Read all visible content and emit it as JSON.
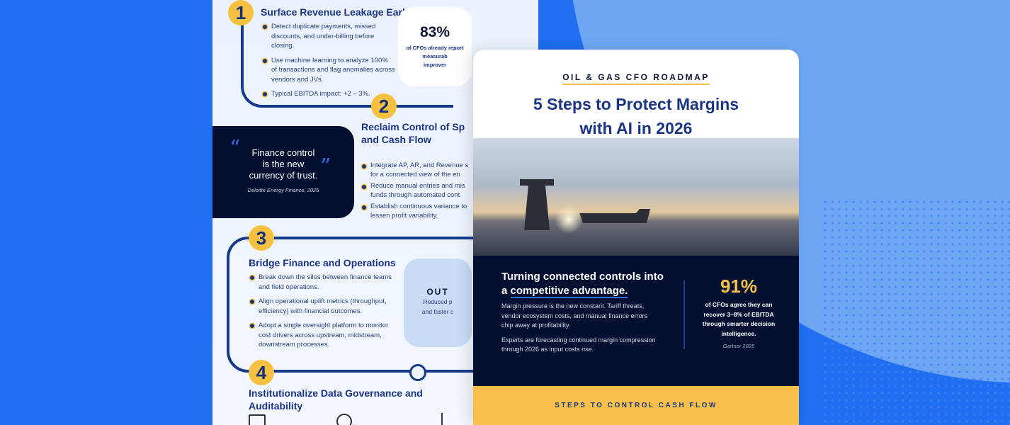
{
  "left_page": {
    "steps": [
      {
        "number": "1",
        "title": "Surface Revenue Leakage Early",
        "bullets": [
          "Detect duplicate payments, missed discounts, and under-billing before closing.",
          "Use machine learning to analyze 100% of transactions and flag anomalies across vendors and JVs.",
          "Typical EBITDA impact: +2 – 3%."
        ]
      },
      {
        "number": "2",
        "title": "Reclaim Control of Sp",
        "title2": "and Cash Flow",
        "bullets": [
          "Integrate AP, AR, and Revenue s for a connected view of the en",
          "Reduce manual entries and mis funds through automated cont",
          "Establish continuous variance to lessen profit variability."
        ]
      },
      {
        "number": "3",
        "title": "Bridge Finance and Operations",
        "bullets": [
          "Break down the silos between finance teams and field operations.",
          "Align operational uplift metrics (throughput, efficiency) with financial outcomes.",
          "Adopt a single oversight platform to monitor cost drivers across upstream, midstream, downstream processes."
        ]
      },
      {
        "number": "4",
        "title": "Institutionalize Data Governance and Auditability"
      }
    ],
    "stat": {
      "value": "83%",
      "line1": "of CFOs already report",
      "line2": "measurab",
      "line3": "improver"
    },
    "quote": {
      "open": "“",
      "close": "”",
      "l1": "Finance control",
      "l2": "is the new",
      "l3": "currency of trust.",
      "source": "Deloitte Energy Finance, 2025"
    },
    "outcome": {
      "title": "OUT",
      "l1": "Reduced p",
      "l2": "and faster c"
    }
  },
  "card": {
    "eyebrow": "OIL & GAS CFO ROADMAP",
    "title1": "5 Steps to Protect Margins",
    "title2": "with AI in 2026",
    "headline1": "Turning connected controls into",
    "headline2a": "a ",
    "headline2b": "competitive advantage.",
    "p1": "Margin pressure is the new constant. Tariff threats, vendor ecosystem costs, and manual finance errors chip away at profitability.",
    "p2": "Experts are forecasting continued margin compression through 2026 as input costs rise.",
    "stat": {
      "value": "91%",
      "text": "of CFOs agree they can recover 3–8% of EBITDA through smarter decision intelligence.",
      "source": "Gartner 2025"
    },
    "footer": "STEPS TO CONTROL CASH FLOW"
  },
  "colors": {
    "bg": "#1f6ff0",
    "navy": "#020f30",
    "yellow": "#f6c04a",
    "accent": "#1b3585"
  }
}
